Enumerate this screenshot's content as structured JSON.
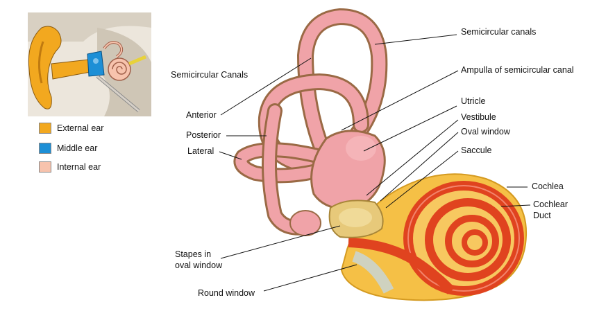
{
  "labels": {
    "semicircular_canals_header": "Semicircular Canals",
    "anterior": "Anterior",
    "posterior": "Posterior",
    "lateral": "Lateral",
    "stapes_line1": "Stapes in",
    "stapes_line2": "oval window",
    "round_window": "Round window",
    "semicircular_canals": "Semicircular canals",
    "ampulla": "Ampulla of semicircular canal",
    "utricle": "Utricle",
    "vestibule": "Vestibule",
    "oval_window": "Oval window",
    "saccule": "Saccule",
    "cochlea": "Cochlea",
    "cochlear_duct_line1": "Cochlear",
    "cochlear_duct_line2": "Duct"
  },
  "legend": [
    {
      "label": "External ear",
      "color": "#f2a81f"
    },
    {
      "label": "Middle ear",
      "color": "#1d8fd6"
    },
    {
      "label": "Internal ear",
      "color": "#f7c3ad"
    }
  ],
  "colors": {
    "membrane": "#f0a3a8",
    "bony": "#9a6a45",
    "cochlea_outer": "#f5c046",
    "cochlea_duct": "#e0431f"
  }
}
